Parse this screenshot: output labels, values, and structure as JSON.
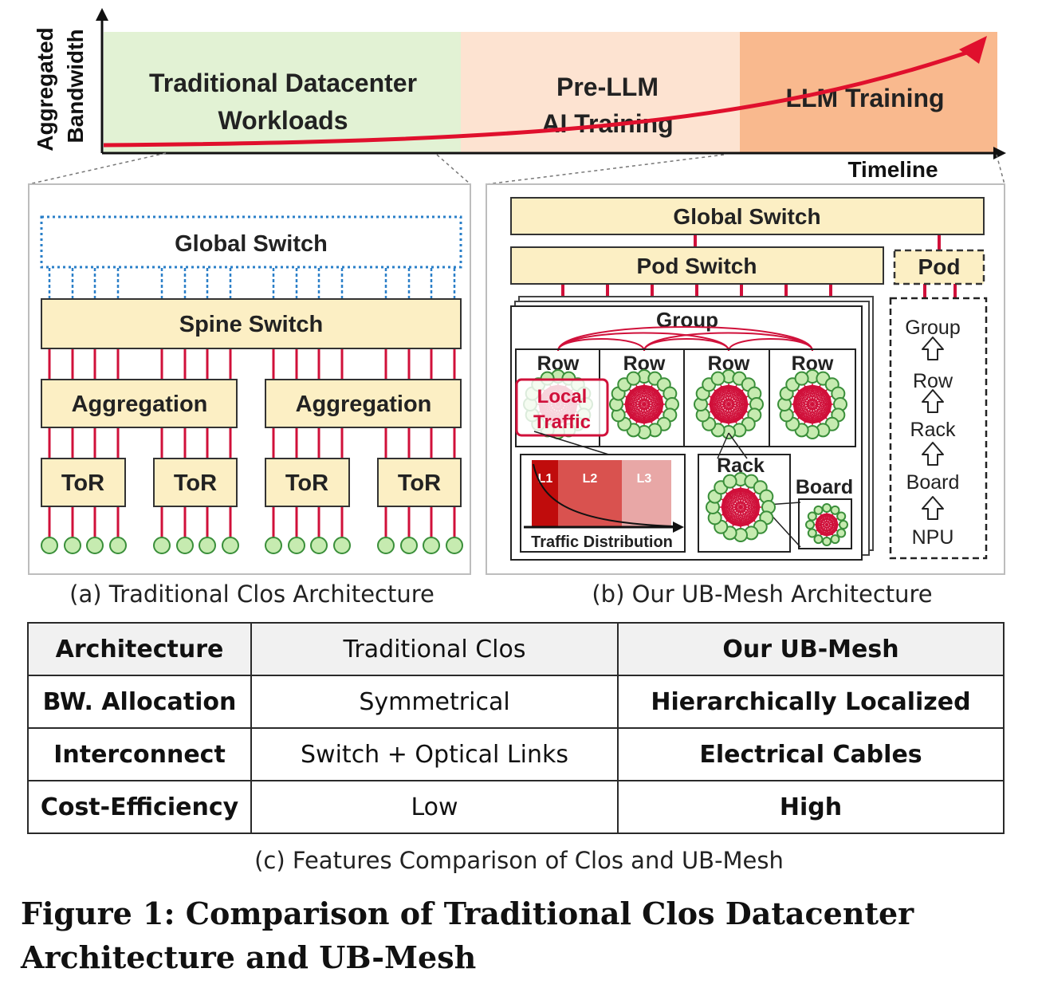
{
  "timeline": {
    "y_axis_label_1": "Aggregated",
    "y_axis_label_2": "Bandwidth",
    "x_axis_label": "Timeline",
    "eras": [
      {
        "line1": "Traditional Datacenter",
        "line2": "Workloads",
        "color": "#e2f2d4"
      },
      {
        "line1": "Pre-LLM",
        "line2": "AI Training",
        "color": "#fde3d1"
      },
      {
        "line1": "LLM Training",
        "color": "#f9b98e"
      }
    ],
    "curve_color": "#e0102d"
  },
  "clos": {
    "global_switch": "Global Switch",
    "spine_switch": "Spine Switch",
    "aggregation": "Aggregation",
    "tor": "ToR",
    "caption": "(a) Traditional Clos Architecture"
  },
  "ubmesh": {
    "global_switch": "Global Switch",
    "pod_switch": "Pod Switch",
    "pod": "Pod",
    "group": "Group",
    "row": "Row",
    "local_traffic_1": "Local",
    "local_traffic_2": "Traffic",
    "levels": [
      "L1",
      "L2",
      "L3"
    ],
    "traffic_distribution": "Traffic Distribution",
    "rack": "Rack",
    "board": "Board",
    "hierarchy": [
      "Group",
      "Row",
      "Rack",
      "Board",
      "NPU"
    ],
    "caption": "(b) Our UB-Mesh Architecture"
  },
  "colors": {
    "box_fill": "#fcefc4",
    "link": "#d0103a",
    "node_fill": "#c6ebb0",
    "node_stroke": "#3a8f3a"
  },
  "comparison": {
    "header": [
      "Architecture",
      "Traditional Clos",
      "Our UB-Mesh"
    ],
    "rows": [
      [
        "BW. Allocation",
        "Symmetrical",
        "Hierarchically Localized"
      ],
      [
        "Interconnect",
        "Switch + Optical Links",
        "Electrical Cables"
      ],
      [
        "Cost-Efficiency",
        "Low",
        "High"
      ]
    ],
    "caption": "(c) Features Comparison of Clos and UB-Mesh"
  },
  "figure_caption": "Figure 1: Comparison of Traditional Clos Datacenter Architecture and UB-Mesh"
}
